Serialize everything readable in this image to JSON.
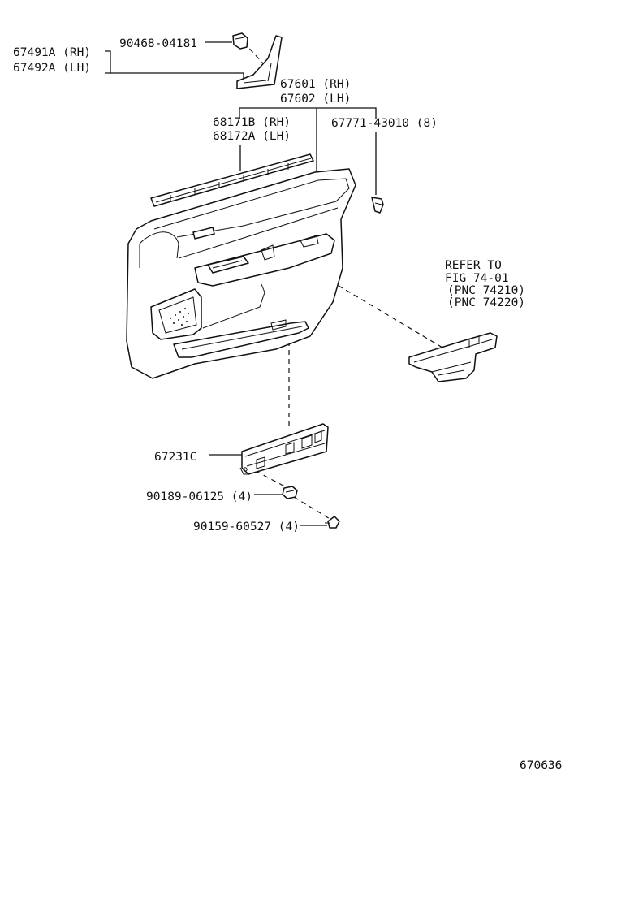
{
  "labels": {
    "moulding_rh": "67491A (RH)",
    "moulding_lh": "67492A (LH)",
    "clip_a": "90468-04181",
    "panel_rh": "67601 (RH)",
    "panel_lh": "67602 (LH)",
    "weatherstrip_rh": "68171B (RH)",
    "weatherstrip_lh": "68172A (LH)",
    "screw_clip": "67771-43010 (8)",
    "refer_1": "REFER TO",
    "refer_2": "FIG 74-01",
    "refer_3": "(PNC 74210)",
    "refer_4": "(PNC 74220)",
    "pocket": "67231C",
    "nut": "90189-06125 (4)",
    "screw": "90159-60527 (4)",
    "figure_id": "670636"
  }
}
